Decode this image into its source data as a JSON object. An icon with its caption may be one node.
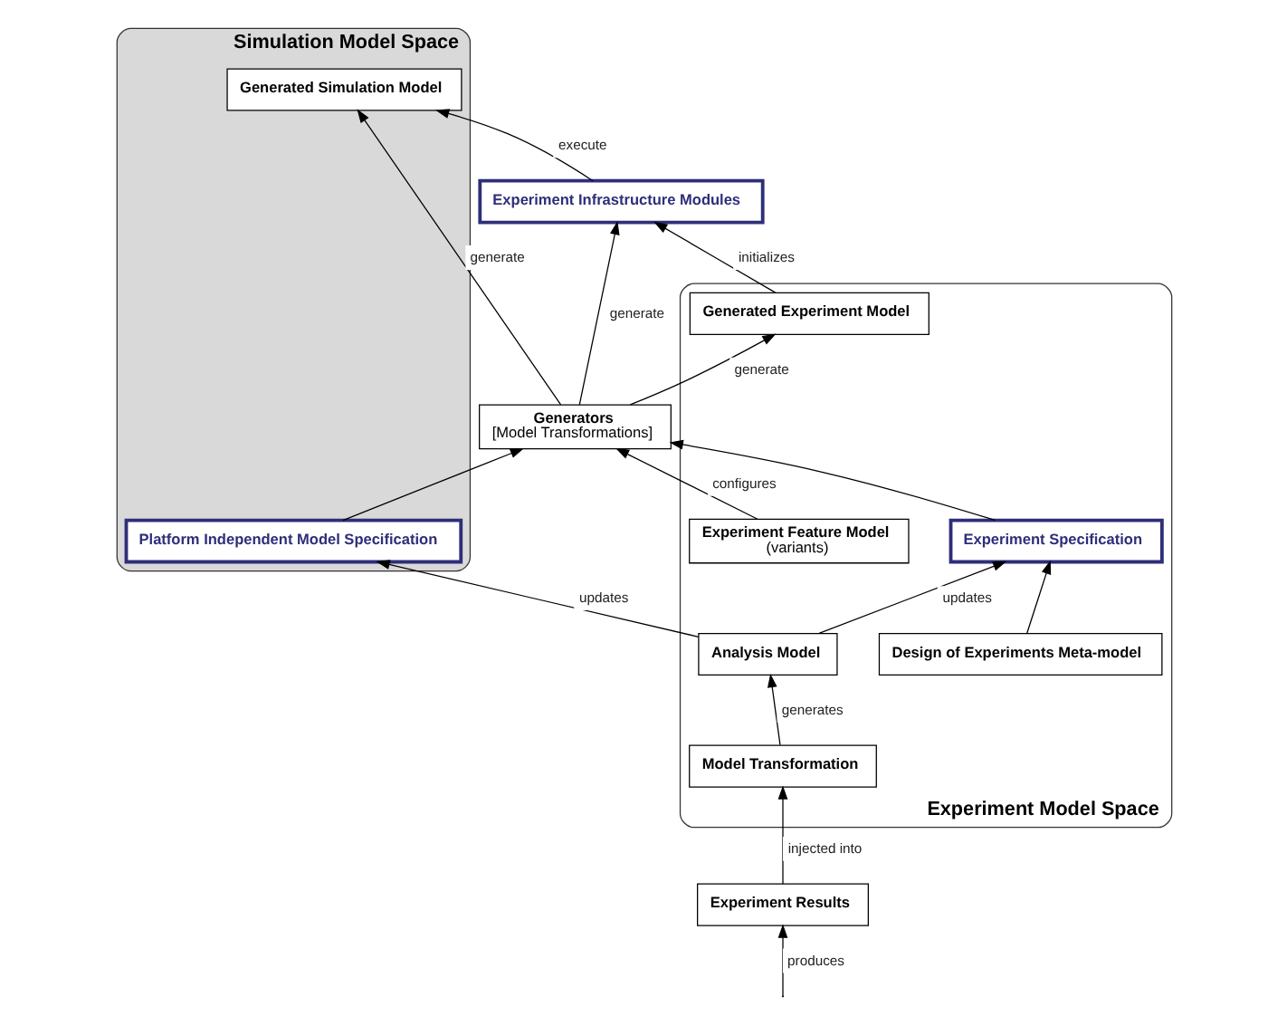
{
  "diagram": {
    "nodes": [
      {
        "text": [
          "Experiment Model Space"
        ]
      },
      {
        "text": [
          "Simulation Model Space"
        ]
      },
      {
        "text": [
          "Generated Experiment Model"
        ],
        "in": 0
      },
      {
        "text": [
          "Experiment Infrastructure Modules"
        ]
      },
      {
        "text": [
          "Generated Simulation Model"
        ],
        "in": 1
      },
      {
        "text": [
          "Design of Experiments Meta-model"
        ],
        "in": 0
      },
      {
        "text": [
          "Experiment Feature Model",
          "(variants)"
        ],
        "in": 0
      },
      {
        "text": [
          "Experiment Specification"
        ],
        "in": 0
      },
      {
        "text": [
          "Analysis Model"
        ],
        "in": 0
      },
      {
        "text": [
          "Generators",
          "[Model Transformations]"
        ]
      },
      {
        "text": [
          "Platform Independent Model Specification"
        ],
        "in": 1
      },
      {
        "text": [
          "Model Transformation"
        ],
        "in": 0
      },
      {
        "text": [
          "Experiment Results"
        ]
      }
    ],
    "edges": [
      {
        "from": 2,
        "to": 3,
        "arrow": "to",
        "label": "initializes"
      },
      {
        "from": 9,
        "to": 2,
        "arrow": "to",
        "label": "generate"
      },
      {
        "from": 9,
        "to": 3,
        "arrow": "to",
        "label": "generate"
      },
      {
        "from": 3,
        "to": 4,
        "arrow": "to",
        "label": "execute"
      },
      {
        "from": 9,
        "to": 4,
        "arrow": "to",
        "label": "generate"
      },
      {
        "from": 5,
        "to": 7,
        "arrow": "to"
      },
      {
        "from": 6,
        "to": 9,
        "arrow": "to",
        "label": "configures"
      },
      {
        "from": 7,
        "to": 9,
        "arrow": "to"
      },
      {
        "from": 10,
        "to": 9,
        "arrow": "to"
      },
      {
        "from": 8,
        "to": 7,
        "arrow": "to",
        "label": "updates"
      },
      {
        "from": 8,
        "to": 10,
        "arrow": "to",
        "label": "updates"
      },
      {
        "from": 11,
        "to": 8,
        "arrow": "to",
        "label": "generates"
      },
      {
        "from": 12,
        "to": 11,
        "arrow": "to",
        "label": "injected into"
      },
      {
        "from": null,
        "to": 12,
        "arrow": "to",
        "label": "produces"
      }
    ]
  }
}
